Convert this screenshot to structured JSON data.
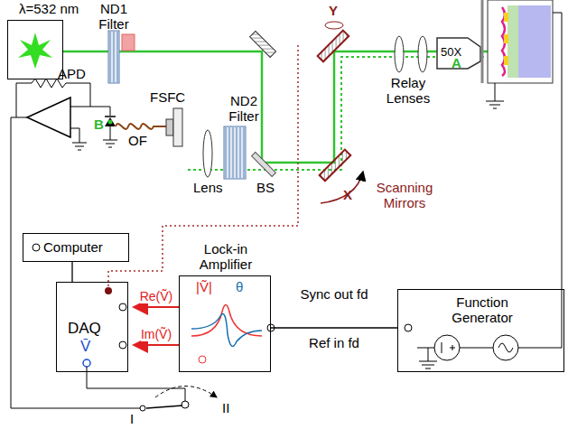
{
  "diagram": {
    "nodes": [
      {
        "text": [
          "λ=532 nm"
        ]
      },
      {
        "text": [
          "50X"
        ]
      },
      {
        "text": [
          "Computer"
        ]
      },
      {
        "text": [
          "DAQ",
          "V̄"
        ]
      },
      {
        "text": [
          "Lock-in Amplifier",
          "|Ṽ|",
          "θ"
        ]
      },
      {
        "text": [
          "Function Generator"
        ]
      }
    ],
    "edges": [
      {
        "from": 2,
        "to": 3,
        "arrow": "none"
      },
      {
        "from": 4,
        "to": 3,
        "arrow": "to",
        "label": "Re(Ṽ)"
      },
      {
        "from": 4,
        "to": 3,
        "arrow": "to",
        "label": "Im(Ṽ)"
      },
      {
        "from": 5,
        "to": 4,
        "arrow": "none"
      }
    ],
    "labels": [
      "ND1 Filter",
      "Y",
      "Relay Lenses",
      "A",
      "APD",
      "B",
      "FSFC",
      "OF",
      "Lens",
      "ND2 Filter",
      "BS",
      "X",
      "Scanning Mirrors",
      "Sync out fd",
      "Ref in fd",
      "I",
      "II"
    ]
  }
}
